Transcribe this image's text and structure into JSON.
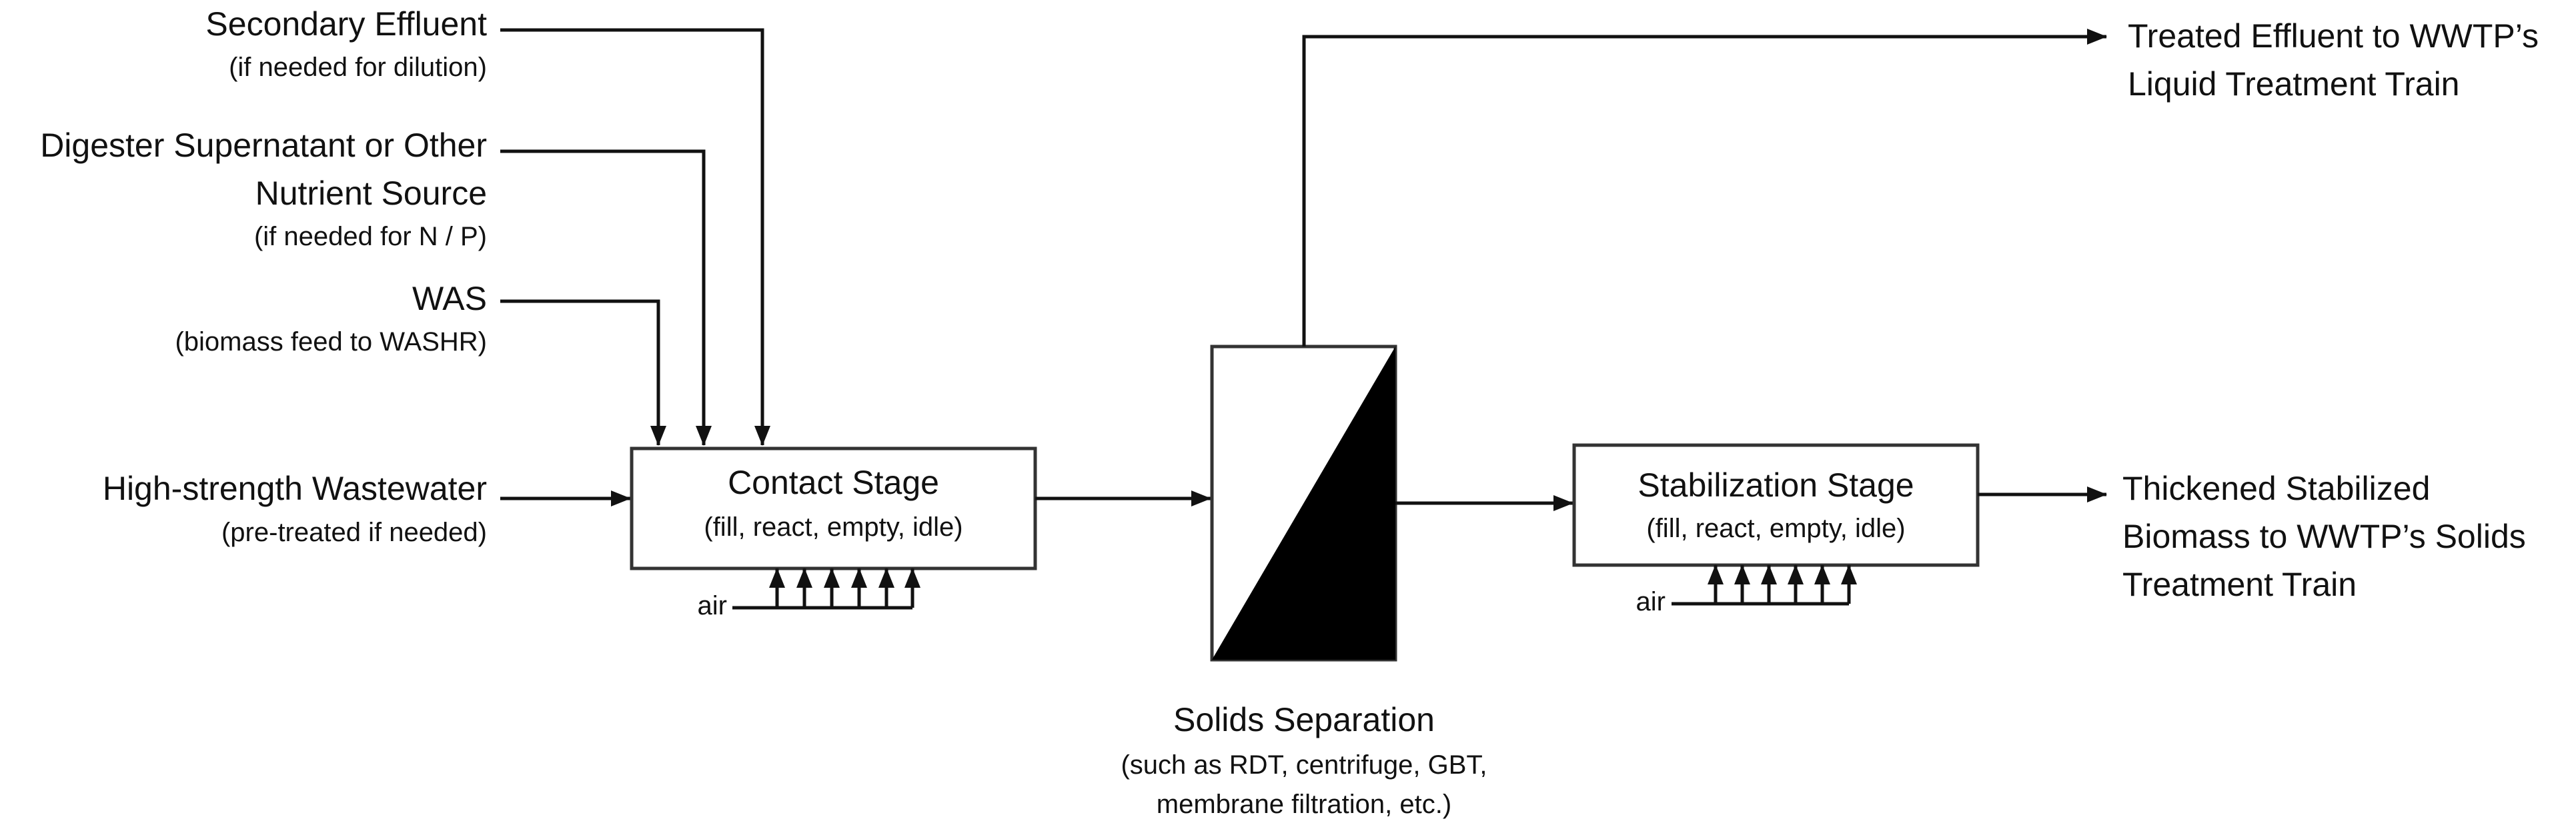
{
  "inputs": {
    "secondary_effluent": {
      "title": "Secondary Effluent",
      "note": "(if needed for dilution)"
    },
    "digester_supernatant": {
      "title_line1": "Digester Supernatant or Other",
      "title_line2": "Nutrient Source",
      "note": "(if needed for N / P)"
    },
    "was": {
      "title": "WAS",
      "note": "(biomass feed to WASHR)"
    },
    "wastewater": {
      "title": "High-strength Wastewater",
      "note": "(pre-treated if needed)"
    }
  },
  "contact_stage": {
    "title": "Contact Stage",
    "subtitle": "(fill, react, empty, idle)",
    "air_label": "air"
  },
  "solids_separation": {
    "title": "Solids Separation",
    "note_line1": "(such as RDT, centrifuge, GBT,",
    "note_line2": "membrane filtration, etc.)"
  },
  "stabilization_stage": {
    "title": "Stabilization Stage",
    "subtitle": "(fill, react, empty, idle)",
    "air_label": "air"
  },
  "outputs": {
    "treated_effluent": {
      "line1": "Treated Effluent to WWTP’s",
      "line2": "Liquid Treatment Train"
    },
    "thickened_biomass": {
      "line1": "Thickened Stabilized",
      "line2": "Biomass to WWTP’s Solids",
      "line3": "Treatment Train"
    }
  },
  "colors": {
    "line": "#111111",
    "box_border": "#333333",
    "fill": "#000000",
    "background": "#ffffff"
  }
}
